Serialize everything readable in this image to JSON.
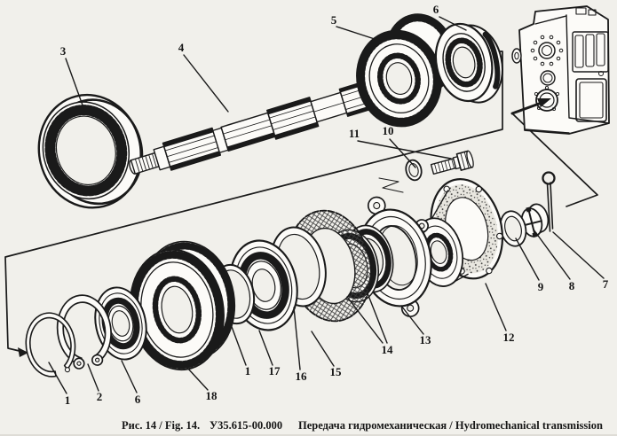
{
  "colors": {
    "background": "#f1f0eb",
    "ink": "#1a1a1a"
  },
  "caption": {
    "figure_ref": "Рис. 14 / Fig. 14.",
    "drawing_number": "У35.615-00.000",
    "title": "Передача гидромеханическая / Hydromechanical transmission"
  },
  "callouts": [
    {
      "text": "3"
    },
    {
      "text": "4"
    },
    {
      "text": "5"
    },
    {
      "text": "6"
    },
    {
      "text": "11"
    },
    {
      "text": "10"
    },
    {
      "text": "1"
    },
    {
      "text": "2"
    },
    {
      "text": "6"
    },
    {
      "text": "18"
    },
    {
      "text": "1"
    },
    {
      "text": "17"
    },
    {
      "text": "16"
    },
    {
      "text": "15"
    },
    {
      "text": "14"
    },
    {
      "text": "13"
    },
    {
      "text": "12"
    },
    {
      "text": "9"
    },
    {
      "text": "8"
    },
    {
      "text": "7"
    }
  ]
}
